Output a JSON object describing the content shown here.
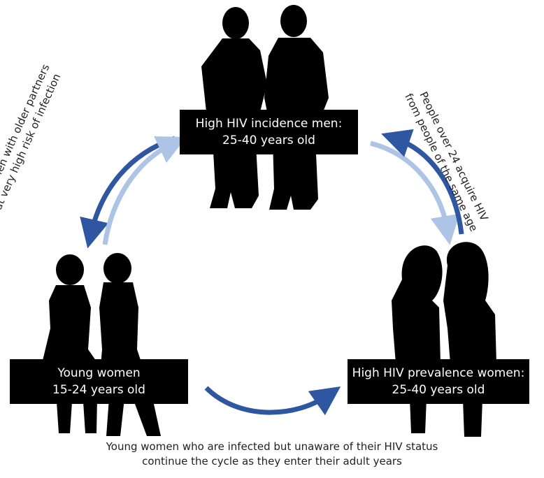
{
  "nodes": {
    "men": {
      "line1": "High HIV incidence men:",
      "line2": "25-40 years old"
    },
    "young_women": {
      "line1": "Young women",
      "line2": "15-24 years old"
    },
    "prevalence_women": {
      "line1": "High HIV prevalence women:",
      "line2": "25-40 years old"
    }
  },
  "annotations": {
    "left": {
      "line1": "Young women with older partners",
      "line2": "are at very high risk of infection"
    },
    "right": {
      "line1": "People over 24 acquire HIV",
      "line2": "from people of the same age"
    }
  },
  "caption": {
    "line1": "Young women who are infected but unaware of their HIV status",
    "line2": "continue the cycle as they enter their adult years"
  },
  "colors": {
    "dark_arrow": "#2f56a0",
    "light_arrow": "#aec4e6",
    "silhouette": "#000000"
  },
  "icons": [
    "men-silhouette-icon",
    "young-women-silhouette-icon",
    "prevalence-women-silhouette-icon"
  ]
}
